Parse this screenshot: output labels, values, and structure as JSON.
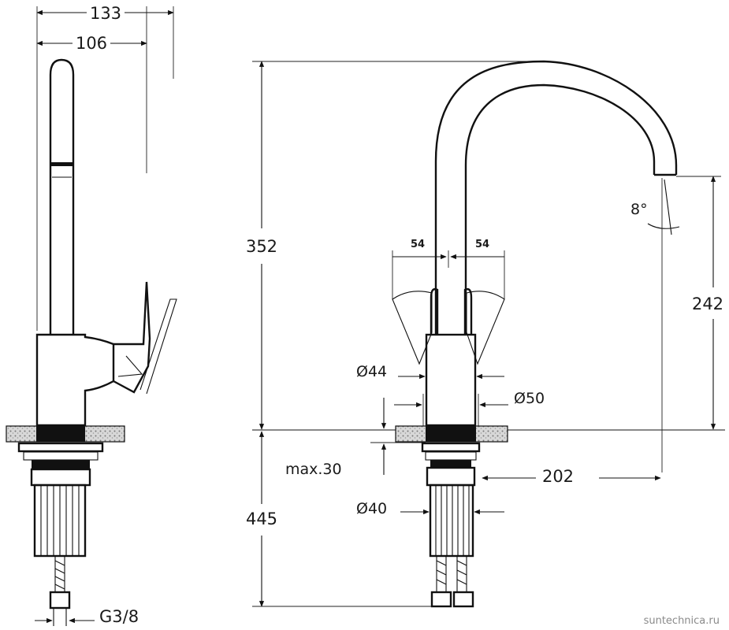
{
  "side_view": {
    "dim_width_total": "133",
    "dim_width_body": "106",
    "dim_connection": "G3/8"
  },
  "front_view": {
    "dim_total_height": "352",
    "dim_spout_height": "242",
    "dim_below_deck": "445",
    "dim_spout_reach": "202",
    "dim_deck_thickness": "max.30",
    "dim_handle_left": "54",
    "dim_handle_right": "54",
    "dim_body_diameter": "Ø44",
    "dim_base_diameter": "Ø50",
    "dim_hole_diameter": "Ø40",
    "dim_angle": "8°"
  },
  "watermark": "suntechnica.ru"
}
